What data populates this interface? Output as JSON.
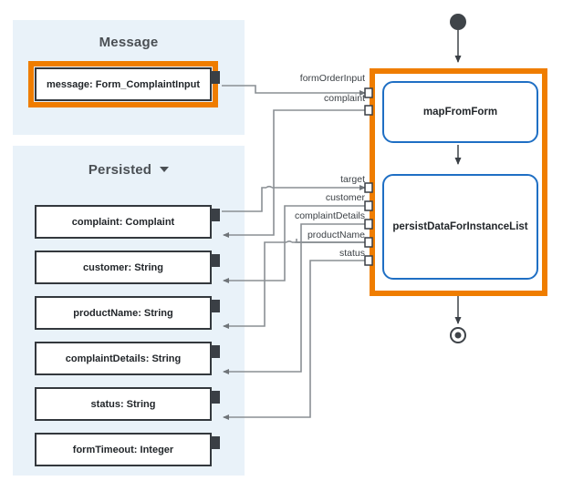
{
  "diagram": {
    "type": "process-flow-data-mapping",
    "colors": {
      "panel_background": "#e9f2f9",
      "highlight_orange": "#ef7d00",
      "node_blue": "#1f6fc4",
      "box_border": "#33383d",
      "wire_gray": "#8a8f94",
      "text_dark": "#22262a",
      "title_gray": "#4a4f54"
    }
  },
  "panels": [
    {
      "id": "message",
      "title": "Message",
      "has_caret": false,
      "variables": [
        {
          "label": "message: Form_ComplaintInput",
          "highlighted": true
        }
      ]
    },
    {
      "id": "persisted",
      "title": "Persisted",
      "has_caret": true,
      "variables": [
        {
          "label": "complaint: Complaint",
          "highlighted": false
        },
        {
          "label": "customer: String",
          "highlighted": false
        },
        {
          "label": "productName: String",
          "highlighted": false
        },
        {
          "label": "complaintDetails: String",
          "highlighted": false
        },
        {
          "label": "status: String",
          "highlighted": false
        },
        {
          "label": "formTimeout: Integer",
          "highlighted": false
        }
      ]
    }
  ],
  "flow": {
    "start_node": "start-circle",
    "end_node": "end-circle",
    "nodes": [
      {
        "id": "mapFromForm",
        "label": "mapFromForm"
      },
      {
        "id": "persistDataForInstanceList",
        "label": "persistDataForInstanceList"
      }
    ]
  },
  "edge_labels": {
    "mapFromForm": [
      {
        "name": "formOrderInput",
        "direction": "in"
      },
      {
        "name": "complaint",
        "direction": "out"
      }
    ],
    "persistDataForInstanceList": [
      {
        "name": "target",
        "direction": "in"
      },
      {
        "name": "customer",
        "direction": "out"
      },
      {
        "name": "complaintDetails",
        "direction": "out"
      },
      {
        "name": "productName",
        "direction": "out"
      },
      {
        "name": "status",
        "direction": "out"
      }
    ]
  },
  "connections": [
    {
      "from": "message: Form_ComplaintInput",
      "to": "formOrderInput"
    },
    {
      "from": "complaint",
      "to": "complaint: Complaint"
    },
    {
      "from": "complaint: Complaint",
      "to": "target"
    },
    {
      "from": "customer",
      "to": "customer: String"
    },
    {
      "from": "complaintDetails",
      "to": "complaintDetails: String"
    },
    {
      "from": "productName",
      "to": "productName: String"
    },
    {
      "from": "status",
      "to": "status: String"
    }
  ]
}
